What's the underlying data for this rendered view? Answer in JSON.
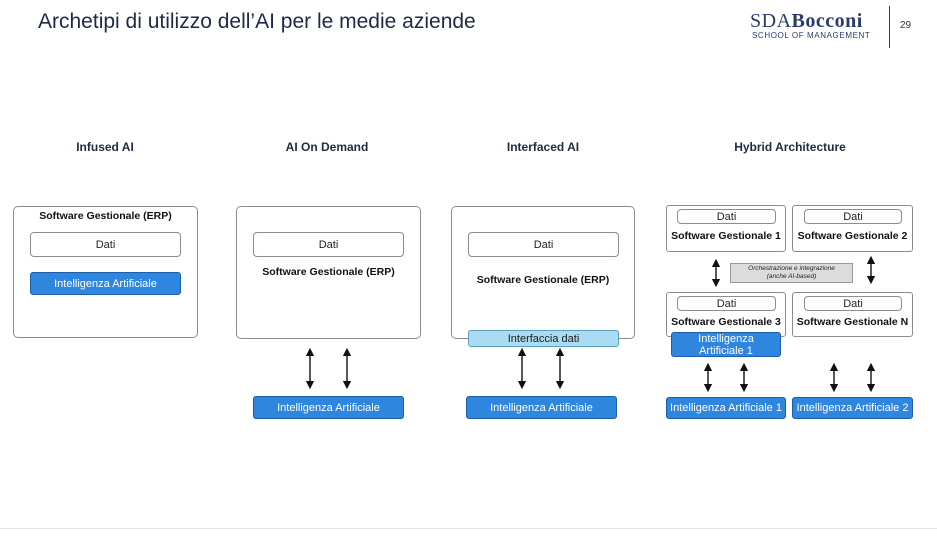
{
  "header": {
    "title": "Archetipi di utilizzo dell’AI per le medie aziende",
    "logo_sda": "SDA",
    "logo_bocconi": "Bocconi",
    "logo_school": "SCHOOL OF MANAGEMENT",
    "page_number": "29"
  },
  "columns": {
    "infused": {
      "heading": "Infused AI",
      "erp": "Software Gestionale (ERP)",
      "dati": "Dati",
      "ai": "Intelligenza Artificiale"
    },
    "on_demand": {
      "heading": "AI On Demand",
      "dati": "Dati",
      "erp": "Software Gestionale (ERP)",
      "ai": "Intelligenza Artificiale"
    },
    "interfaced": {
      "heading": "Interfaced AI",
      "dati": "Dati",
      "erp": "Software Gestionale (ERP)",
      "interface": "Interfaccia dati",
      "ai": "Intelligenza Artificiale"
    },
    "hybrid": {
      "heading": "Hybrid Architecture",
      "dati": "Dati",
      "sg1": "Software Gestionale 1",
      "sg2": "Software Gestionale 2",
      "sg3": "Software Gestionale 3",
      "sgn": "Software Gestionale N",
      "orchestration_line1": "Orchestrazione e integrazione",
      "orchestration_line2": "(anche AI-based)",
      "ai_inner_line1": "Intelligenza",
      "ai_inner_line2": "Artificiale 1",
      "ai1": "Intelligenza Artificiale 1",
      "ai2": "Intelligenza Artificiale 2"
    }
  }
}
